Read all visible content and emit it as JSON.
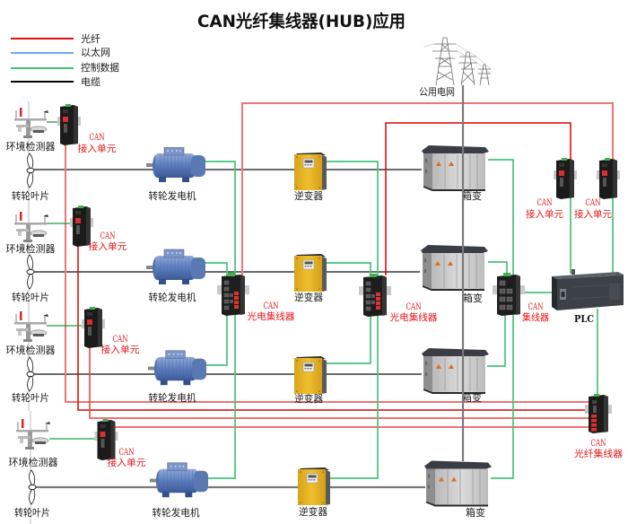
{
  "title": "CAN光纤集线器(HUB)应用",
  "legend": [
    {
      "label": "光纤",
      "color": "#e01010"
    },
    {
      "label": "以太网",
      "color": "#6fa8f0"
    },
    {
      "label": "控制数据",
      "color": "#3cc27a"
    },
    {
      "label": "电缆",
      "color": "#000000"
    }
  ],
  "grid": {
    "label": "公用电网"
  },
  "turbines": [
    {
      "env_label": "环境检测器",
      "blade_label": "转轮叶片",
      "access_unit": {
        "proto": "CAN",
        "name": "接入单元"
      },
      "generator_label": "转轮发电机",
      "inverter_label": "逆变器",
      "transformer_label": "箱变"
    },
    {
      "env_label": "环境检测器",
      "blade_label": "转轮叶片",
      "access_unit": {
        "proto": "CAN",
        "name": "接入单元"
      },
      "generator_label": "转轮发电机",
      "inverter_label": "逆变器",
      "transformer_label": "箱变"
    },
    {
      "env_label": "环境检测器",
      "blade_label": "转轮叶片",
      "access_unit": {
        "proto": "CAN",
        "name": "接入单元"
      },
      "generator_label": "转轮发电机",
      "inverter_label": "逆变器",
      "transformer_label": "箱变"
    },
    {
      "env_label": "环境检测器",
      "blade_label": "转轮叶片",
      "access_unit": {
        "proto": "CAN",
        "name": "接入单元"
      },
      "generator_label": "转轮发电机",
      "inverter_label": "逆变器",
      "transformer_label": "箱变"
    }
  ],
  "hubs": {
    "optoelectric_hub_1": {
      "proto": "CAN",
      "name": "光电集线器"
    },
    "optoelectric_hub_2": {
      "proto": "CAN",
      "name": "光电集线器"
    },
    "can_hub": {
      "proto": "CAN",
      "name": "集线器"
    },
    "fiber_hub": {
      "proto": "CAN",
      "name": "光纤集线器"
    }
  },
  "control_access_units": [
    {
      "proto": "CAN",
      "name": "接入单元"
    },
    {
      "proto": "CAN",
      "name": "接入单元"
    }
  ],
  "plc": {
    "label": "PLC"
  }
}
